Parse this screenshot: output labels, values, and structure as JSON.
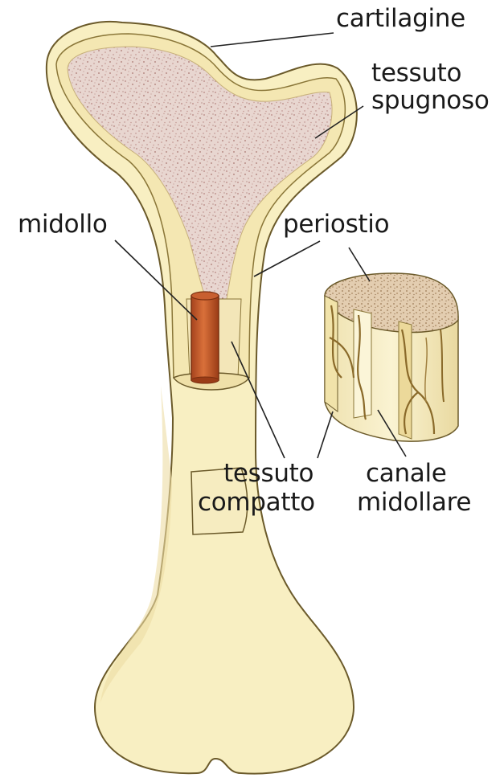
{
  "labels": {
    "cartilagine": "cartilagine",
    "tessuto_spugnoso": [
      "tessuto",
      "spugnoso"
    ],
    "midollo": "midollo",
    "periostio": "periostio",
    "tessuto_compatto": [
      "tessuto",
      "compatto"
    ],
    "canale_midollare": [
      "canale",
      "midollare"
    ]
  },
  "colors": {
    "bone": "#f8efc2",
    "bone_shade": "#e7d79a",
    "outline": "#6b5a2a",
    "spongy_fill": "#e6d2cd",
    "spongy_dots": "#b88a86",
    "marrow": "#c45a2b",
    "marrow_dark": "#8a3a17",
    "leader_line": "#222222"
  }
}
